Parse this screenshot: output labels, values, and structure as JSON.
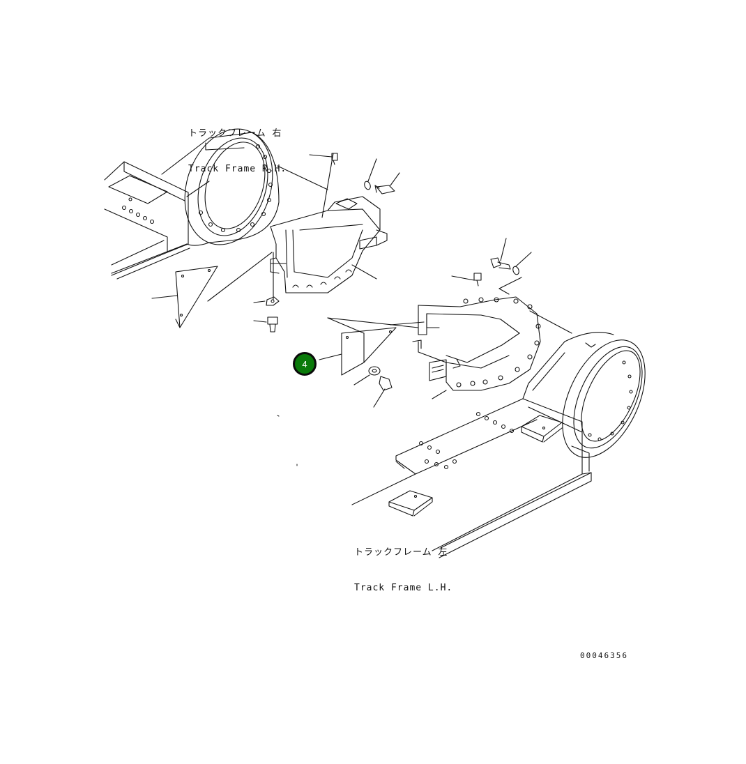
{
  "labels": {
    "track_frame_rh_jp": "トラックフレーム 右",
    "track_frame_rh_en": "Track Frame R.H.",
    "track_frame_lh_jp": "トラックフレーム 左",
    "track_frame_lh_en": "Track Frame L.H."
  },
  "callouts": [
    {
      "number": "4",
      "color": "#0a7a0a"
    }
  ],
  "drawing_number": "00046356"
}
